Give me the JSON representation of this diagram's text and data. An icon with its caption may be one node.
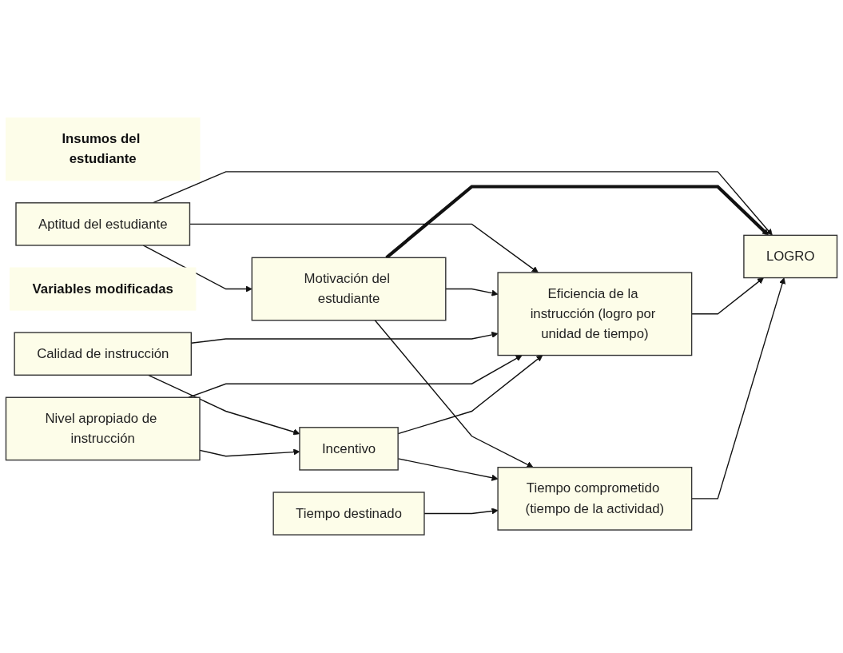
{
  "diagram": {
    "nodes": [
      {
        "text": [
          "Insumos del estudiante"
        ]
      },
      {
        "text": [
          "Aptitud del estudiante"
        ]
      },
      {
        "text": [
          "Motivación del estudiante"
        ]
      },
      {
        "text": [
          "Variables modificadas"
        ]
      },
      {
        "text": [
          "Calidad de instrucción"
        ]
      },
      {
        "text": [
          "Nivel apropiado de instrucción"
        ]
      },
      {
        "text": [
          "Incentivo"
        ]
      },
      {
        "text": [
          "Tiempo destinado"
        ]
      },
      {
        "text": [
          "Eficiencia de la instrucción (logro por unidad de tiempo)"
        ]
      },
      {
        "text": [
          "Tiempo comprometido (tiempo de la actividad)"
        ]
      },
      {
        "text": [
          "LOGRO"
        ]
      }
    ],
    "edges": [
      {
        "from": 1,
        "to": 2,
        "arrow": "to"
      },
      {
        "from": 1,
        "to": 10,
        "arrow": "to"
      },
      {
        "from": 1,
        "to": 8,
        "arrow": "to"
      },
      {
        "from": 2,
        "to": 10,
        "arrow": "to",
        "style": "thick"
      },
      {
        "from": 2,
        "to": 8,
        "arrow": "to"
      },
      {
        "from": 2,
        "to": 9,
        "arrow": "to"
      },
      {
        "from": 4,
        "to": 8,
        "arrow": "to"
      },
      {
        "from": 4,
        "to": 6,
        "arrow": "to"
      },
      {
        "from": 5,
        "to": 8,
        "arrow": "to"
      },
      {
        "from": 5,
        "to": 6,
        "arrow": "to"
      },
      {
        "from": 6,
        "to": 8,
        "arrow": "to"
      },
      {
        "from": 6,
        "to": 9,
        "arrow": "to"
      },
      {
        "from": 7,
        "to": 9,
        "arrow": "to"
      },
      {
        "from": 8,
        "to": 10,
        "arrow": "to"
      },
      {
        "from": 9,
        "to": 10,
        "arrow": "to"
      }
    ]
  }
}
